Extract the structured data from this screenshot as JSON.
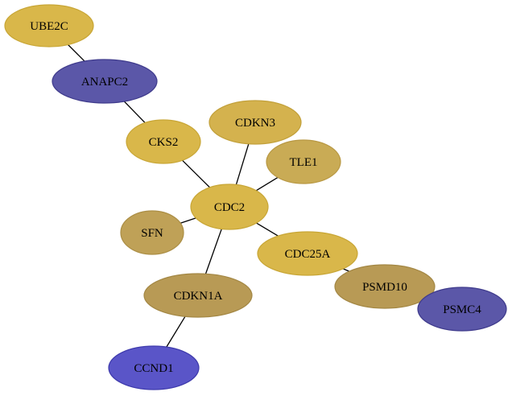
{
  "nodes": [
    {
      "id": "UBE2C",
      "label": "UBE2C",
      "fill": "#d9b74a",
      "stroke": "#c8a636"
    },
    {
      "id": "ANAPC2",
      "label": "ANAPC2",
      "fill": "#5b57a8",
      "stroke": "#3f3b8c"
    },
    {
      "id": "CKS2",
      "label": "CKS2",
      "fill": "#d9b74a",
      "stroke": "#c8a636"
    },
    {
      "id": "CDKN3",
      "label": "CDKN3",
      "fill": "#d4b24e",
      "stroke": "#c2a03a"
    },
    {
      "id": "TLE1",
      "label": "TLE1",
      "fill": "#c9ab55",
      "stroke": "#b89843"
    },
    {
      "id": "CDC2",
      "label": "CDC2",
      "fill": "#d9b74a",
      "stroke": "#c8a636"
    },
    {
      "id": "SFN",
      "label": "SFN",
      "fill": "#bfa157",
      "stroke": "#ab8e45"
    },
    {
      "id": "CDC25A",
      "label": "CDC25A",
      "fill": "#d9b74a",
      "stroke": "#c8a636"
    },
    {
      "id": "CDKN1A",
      "label": "CDKN1A",
      "fill": "#b89a55",
      "stroke": "#a38744"
    },
    {
      "id": "PSMD10",
      "label": "PSMD10",
      "fill": "#b89a55",
      "stroke": "#a38744"
    },
    {
      "id": "PSMC4",
      "label": "PSMC4",
      "fill": "#5b57a8",
      "stroke": "#3f3b8c"
    },
    {
      "id": "CCND1",
      "label": "CCND1",
      "fill": "#5a55c8",
      "stroke": "#3e3aac"
    }
  ],
  "edges": [
    [
      "UBE2C",
      "ANAPC2"
    ],
    [
      "ANAPC2",
      "CKS2"
    ],
    [
      "CKS2",
      "CDC2"
    ],
    [
      "CDKN3",
      "CDC2"
    ],
    [
      "TLE1",
      "CDC2"
    ],
    [
      "SFN",
      "CDC2"
    ],
    [
      "CDC2",
      "CDC25A"
    ],
    [
      "CDC2",
      "CDKN1A"
    ],
    [
      "CDC25A",
      "PSMD10"
    ],
    [
      "PSMD10",
      "PSMC4"
    ],
    [
      "CDKN1A",
      "CCND1"
    ]
  ]
}
